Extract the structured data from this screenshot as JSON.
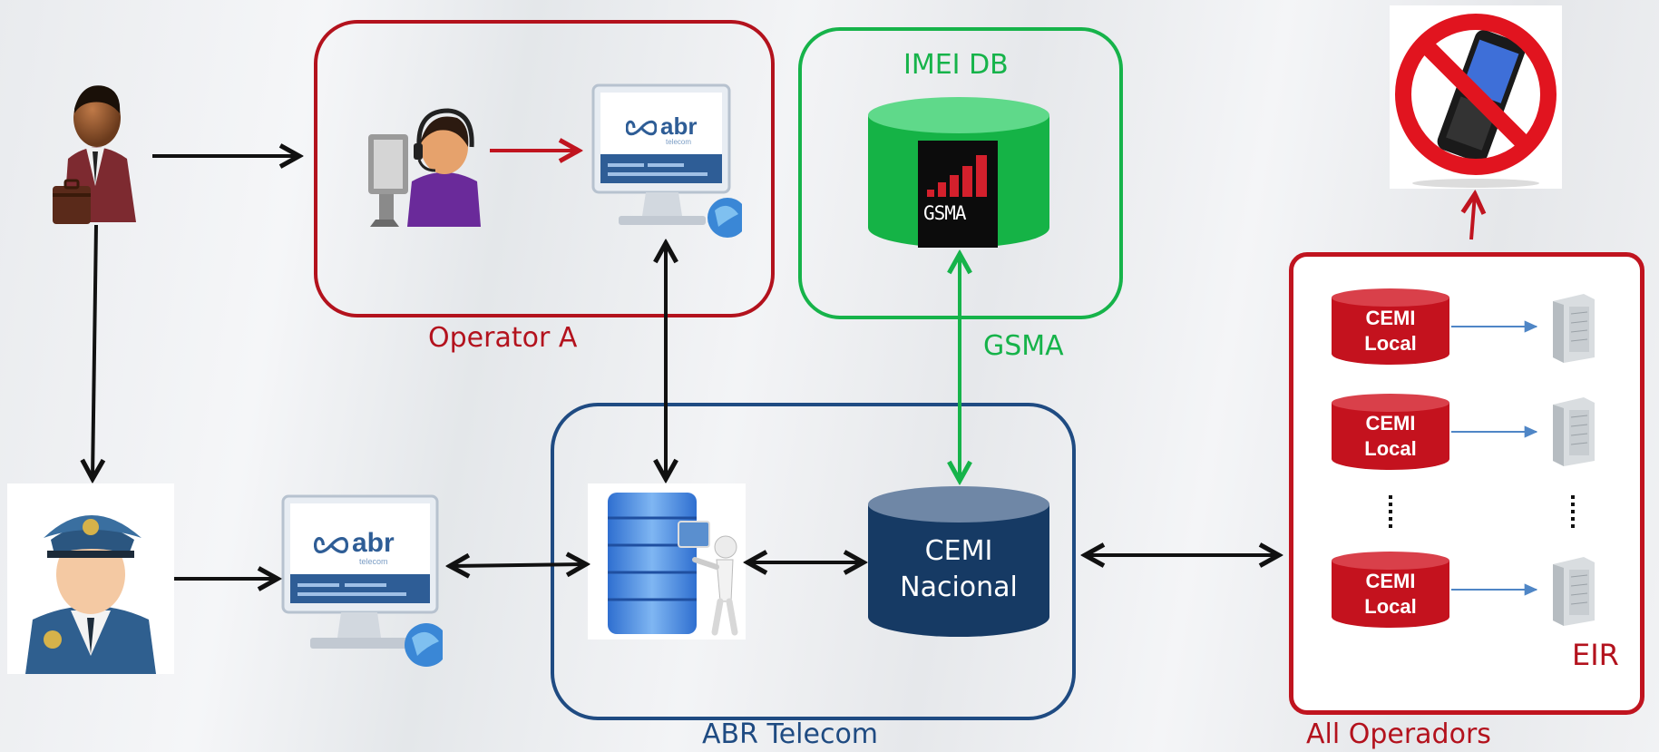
{
  "labels": {
    "operator_a": "Operator A",
    "imei_db": "IMEI DB",
    "gsma": "GSMA",
    "abr_telecom": "ABR Telecom",
    "all_operadors": "All Operadors",
    "eir": "EIR"
  },
  "cemi_nacional": {
    "line1": "CEMI",
    "line2": "Nacional"
  },
  "cemi_local": [
    {
      "line1": "CEMI",
      "line2": "Local"
    },
    {
      "line1": "CEMI",
      "line2": "Local"
    },
    {
      "line1": "CEMI",
      "line2": "Local"
    }
  ],
  "abr_logo": {
    "text": "abr",
    "subtext": "telecom"
  },
  "gsma_logo": {
    "text": "GSMA"
  },
  "colors": {
    "operator_red": "#b3121d",
    "gsma_green": "#16b34a",
    "abr_blue": "#1f4b82",
    "cemi_navy": "#163a64"
  },
  "icons": [
    "user-businessman-icon",
    "call-center-agent-icon",
    "abr-web-portal-icon",
    "no-phone-icon",
    "police-officer-icon",
    "database-server-icon",
    "eir-server-icon"
  ]
}
